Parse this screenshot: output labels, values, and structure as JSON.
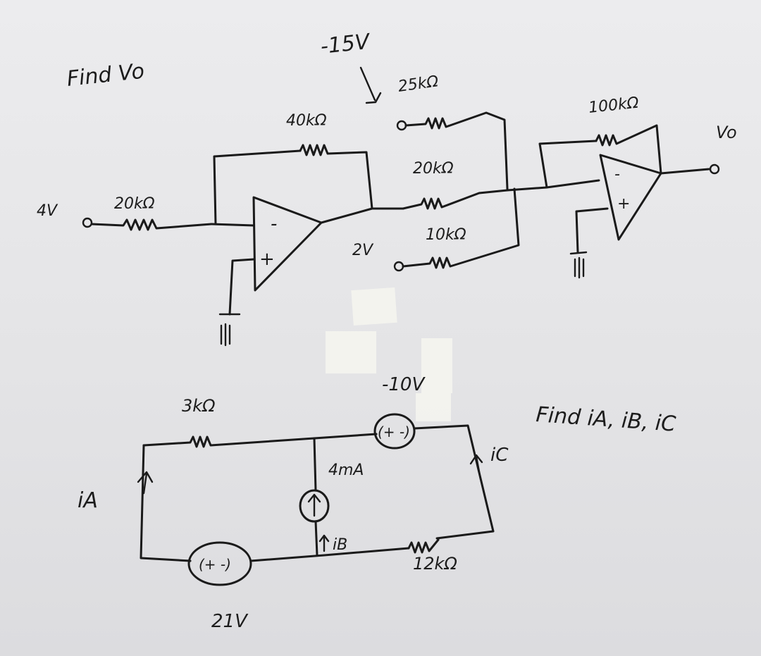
{
  "problem1": {
    "title": "Find Vo",
    "labels": {
      "input_voltage": "4V",
      "r_in": "20kΩ",
      "r_feedback": "40kΩ",
      "supply": "-15V",
      "r_25k": "25kΩ",
      "r_20k": "20kΩ",
      "r_10k": "10kΩ",
      "v_2v": "2V",
      "r_100k": "100kΩ",
      "output": "Vo",
      "opamp1_minus": "-",
      "opamp1_plus": "+",
      "opamp2_minus": "-",
      "opamp2_plus": "+"
    }
  },
  "problem2": {
    "title": "Find iA, iB, iC",
    "labels": {
      "r_3k": "3kΩ",
      "v_minus10": "-10V",
      "src_4ma": "4mA",
      "r_12k": "12kΩ",
      "v_21": "21V",
      "i_a": "iA",
      "i_b": "iB",
      "i_c": "iC",
      "vs_top_sign": "(+ -)",
      "vs_bottom_sign": "(+ -)"
    }
  },
  "colors": {
    "ink": "#1a1a1a",
    "paper": "#e8e8ea",
    "tape": "#f4f4ee"
  }
}
